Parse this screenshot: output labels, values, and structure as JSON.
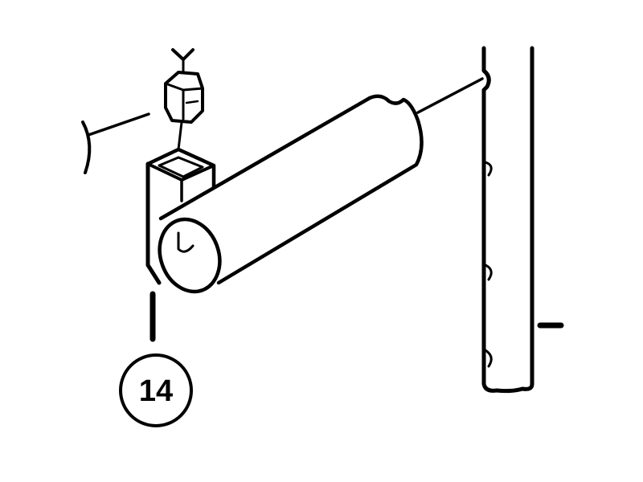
{
  "diagram": {
    "type": "exploded-parts-illustration",
    "background": "#ffffff",
    "line_color": "#000000",
    "parts": [
      {
        "id": "set-screw",
        "description": "small screw above square socket"
      },
      {
        "id": "hex-nut",
        "description": "nut / cap above bracket"
      },
      {
        "id": "square-bracket-block",
        "description": "square block with socket on top"
      },
      {
        "id": "cylindrical-tube",
        "description": "cylindrical sleeve/tube extending up-right"
      },
      {
        "id": "vertical-post",
        "description": "tall vertical post with holes on right side"
      }
    ],
    "callouts": [
      {
        "label": "14",
        "target": "square-bracket-block"
      }
    ]
  }
}
